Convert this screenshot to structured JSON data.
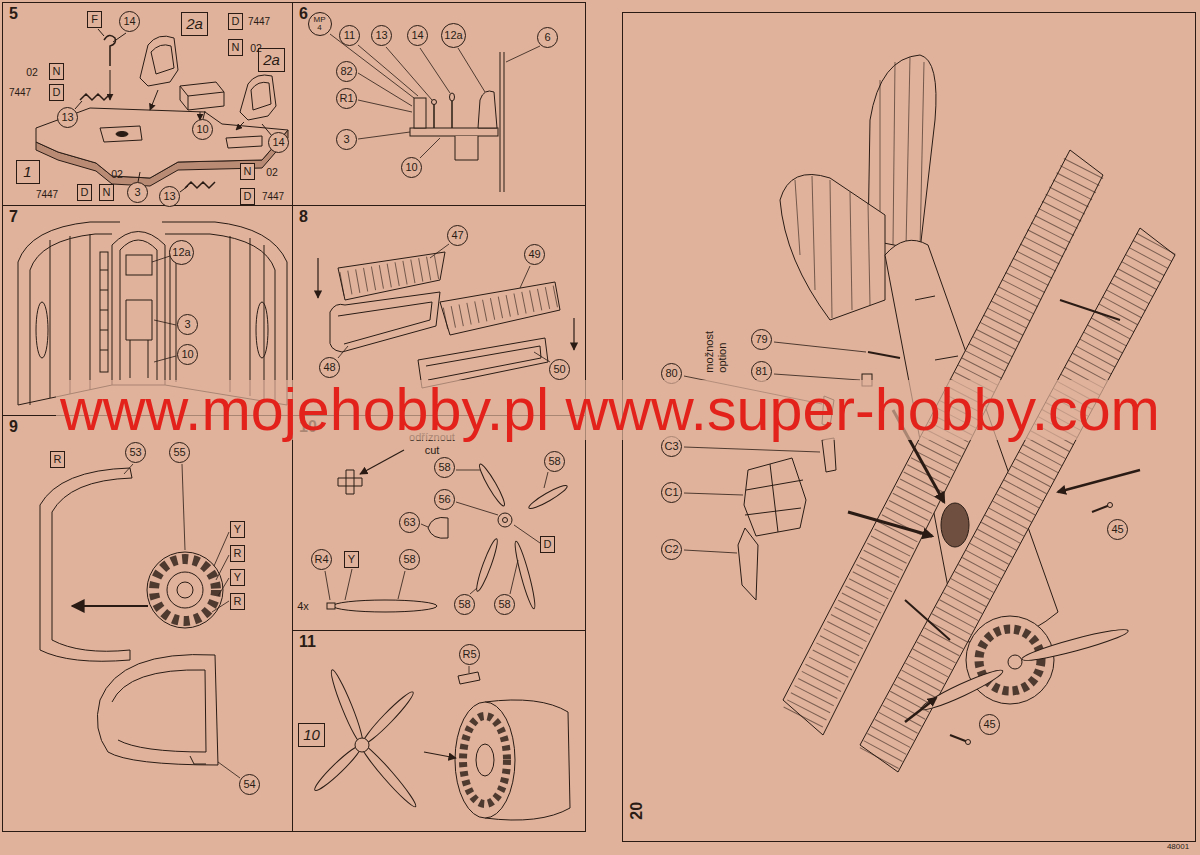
{
  "diagram": {
    "nodes": [
      {
        "text": [
          "5"
        ]
      },
      {
        "text": [
          "F"
        ],
        "in": 0
      },
      {
        "text": [
          "14"
        ],
        "in": 0
      },
      {
        "text": [
          "2a"
        ],
        "in": 0
      },
      {
        "text": [
          "D"
        ],
        "in": 0
      },
      {
        "text": [
          "N"
        ],
        "in": 0
      },
      {
        "text": [
          "2a"
        ],
        "in": 0
      },
      {
        "text": [
          "N"
        ],
        "in": 0
      },
      {
        "text": [
          "D"
        ],
        "in": 0
      },
      {
        "text": [
          "13"
        ],
        "in": 0
      },
      {
        "text": [
          "10"
        ],
        "in": 0
      },
      {
        "text": [
          "14"
        ],
        "in": 0
      },
      {
        "text": [
          "1"
        ],
        "in": 0
      },
      {
        "text": [
          "N"
        ],
        "in": 0
      },
      {
        "text": [
          "D"
        ],
        "in": 0
      },
      {
        "text": [
          "N"
        ],
        "in": 0
      },
      {
        "text": [
          "3"
        ],
        "in": 0
      },
      {
        "text": [
          "13"
        ],
        "in": 0
      },
      {
        "text": [
          "D"
        ],
        "in": 0
      },
      {
        "text": [
          "6"
        ]
      },
      {
        "text": [
          "MP 4"
        ],
        "in": 19
      },
      {
        "text": [
          "11"
        ],
        "in": 19
      },
      {
        "text": [
          "13"
        ],
        "in": 19
      },
      {
        "text": [
          "14"
        ],
        "in": 19
      },
      {
        "text": [
          "12a"
        ],
        "in": 19
      },
      {
        "text": [
          "6"
        ],
        "in": 19
      },
      {
        "text": [
          "82"
        ],
        "in": 19
      },
      {
        "text": [
          "R1"
        ],
        "in": 19
      },
      {
        "text": [
          "3"
        ],
        "in": 19
      },
      {
        "text": [
          "10"
        ],
        "in": 19
      },
      {
        "text": [
          "7"
        ]
      },
      {
        "text": [
          "12a"
        ],
        "in": 30
      },
      {
        "text": [
          "3"
        ],
        "in": 30
      },
      {
        "text": [
          "10"
        ],
        "in": 30
      },
      {
        "text": [
          "8"
        ]
      },
      {
        "text": [
          "47"
        ],
        "in": 34
      },
      {
        "text": [
          "49"
        ],
        "in": 34
      },
      {
        "text": [
          "48"
        ],
        "in": 34
      },
      {
        "text": [
          "50"
        ],
        "in": 34
      },
      {
        "text": [
          "9"
        ]
      },
      {
        "text": [
          "R"
        ],
        "in": 39
      },
      {
        "text": [
          "53"
        ],
        "in": 39
      },
      {
        "text": [
          "55"
        ],
        "in": 39
      },
      {
        "text": [
          "Y"
        ],
        "in": 39
      },
      {
        "text": [
          "R"
        ],
        "in": 39
      },
      {
        "text": [
          "Y"
        ],
        "in": 39
      },
      {
        "text": [
          "R"
        ],
        "in": 39
      },
      {
        "text": [
          "54"
        ],
        "in": 39
      },
      {
        "text": [
          "10"
        ]
      },
      {
        "text": [
          "58"
        ],
        "in": 48
      },
      {
        "text": [
          "58"
        ],
        "in": 48
      },
      {
        "text": [
          "56"
        ],
        "in": 48
      },
      {
        "text": [
          "63"
        ],
        "in": 48
      },
      {
        "text": [
          "D"
        ],
        "in": 48
      },
      {
        "text": [
          "R4"
        ],
        "in": 48
      },
      {
        "text": [
          "Y"
        ],
        "in": 48
      },
      {
        "text": [
          "58"
        ],
        "in": 48
      },
      {
        "text": [
          "58"
        ],
        "in": 48
      },
      {
        "text": [
          "58"
        ],
        "in": 48
      },
      {
        "text": [
          "11"
        ]
      },
      {
        "text": [
          "R5"
        ],
        "in": 59
      },
      {
        "text": [
          "10"
        ],
        "in": 59
      },
      {
        "text": [
          "20"
        ]
      },
      {
        "text": [
          "79"
        ],
        "in": 62
      },
      {
        "text": [
          "80"
        ],
        "in": 62
      },
      {
        "text": [
          "81"
        ],
        "in": 62
      },
      {
        "text": [
          "C3"
        ],
        "in": 62
      },
      {
        "text": [
          "C1"
        ],
        "in": 62
      },
      {
        "text": [
          "C2"
        ],
        "in": 62
      },
      {
        "text": [
          "45"
        ],
        "in": 62
      },
      {
        "text": [
          "45"
        ],
        "in": 62
      }
    ],
    "labels": [
      "02",
      "7447",
      "7447",
      "02",
      "02",
      "7447",
      "02",
      "7447",
      "odříznout cut",
      "4x",
      "možnost option",
      "www.mojehobby.pl www.super-hobby.com",
      "48001"
    ]
  }
}
